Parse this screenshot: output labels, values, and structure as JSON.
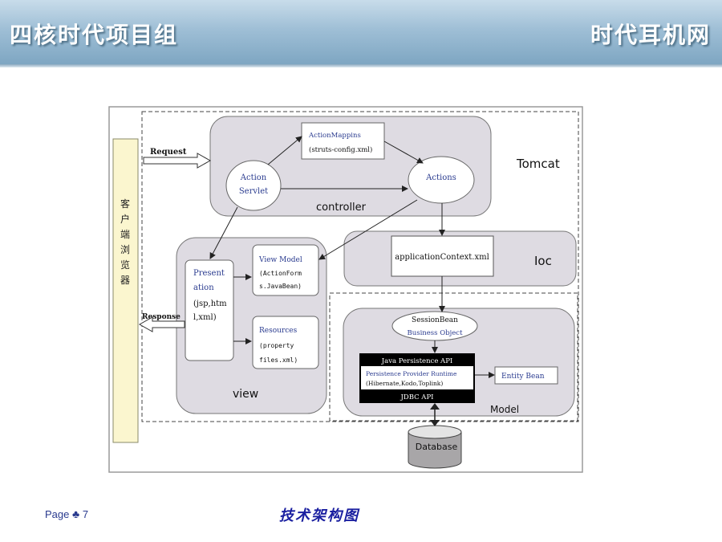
{
  "header": {
    "title_left": "四核时代项目组",
    "title_right": "时代耳机网"
  },
  "footer": {
    "page_label": "Page",
    "page_symbol": "♣",
    "page_number": "7",
    "caption": "技术架构图"
  },
  "diagram": {
    "client_browser": "客户端浏览器",
    "request": "Request",
    "response": "Response",
    "controller": {
      "label": "controller",
      "action_servlet": [
        "Action",
        "Servlet"
      ],
      "action_mappings": [
        "ActionMappins",
        "(struts-config.xml)"
      ],
      "actions": "Actions"
    },
    "tomcat": "Tomcat",
    "ioc": {
      "label": "Ioc",
      "application_context": "applicationContext.xml"
    },
    "view": {
      "label": "view",
      "presentation": [
        "Present",
        "ation",
        "(jsp,htm",
        "l,xml)"
      ],
      "view_model": [
        "View Model",
        "(ActionForm",
        "s.JavaBean)"
      ],
      "resources": [
        "Resources",
        "(property",
        "files.xml)"
      ]
    },
    "model": {
      "label": "Model",
      "session_bean": [
        "SessionBean",
        "Business Object"
      ],
      "java_persistence_api": "Java Persistence API",
      "persistence_provider": [
        "Persistence Provider Runtime",
        "(Hibernate,Kodo,Toplink)"
      ],
      "jdbc_api": "JDBC API",
      "entity_bean": "Entity Bean"
    },
    "database": "Database"
  },
  "colors": {
    "panel_fill": "#dedbe2",
    "ellipse_fill": "#ffffff",
    "browser_fill": "#fbf6cf",
    "black_box": "#000000",
    "db_fill": "#a8a6a8",
    "title_blue": "#1a1fa0"
  }
}
